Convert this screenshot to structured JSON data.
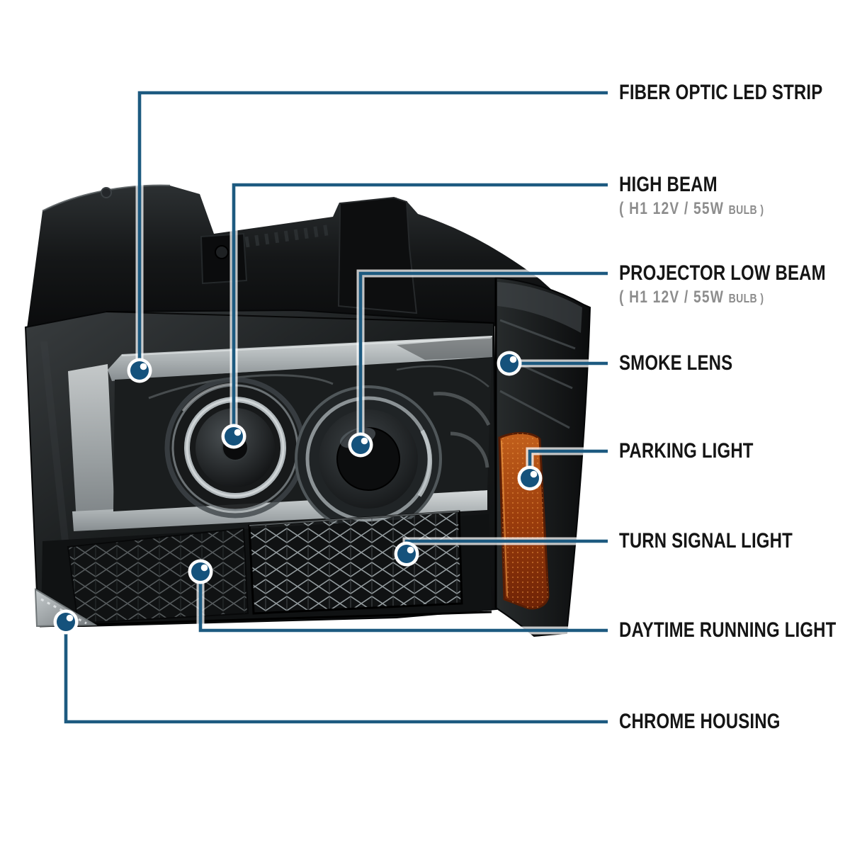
{
  "figure": {
    "background_color": "#ffffff",
    "illustration": "Smoked projector headlamp assembly, three-quarter view, with blue callout markers"
  },
  "style": {
    "callout_line_color": "#1d5a80",
    "callout_dot_color": "#15527c",
    "label_color": "#151515",
    "spec_color": "#8d8d8d",
    "amber_color": "#a04310",
    "lens_smoke_color": "#1b1e1f"
  },
  "callouts": [
    {
      "id": "fiber-optic-led-strip",
      "label": "FIBER OPTIC LED STRIP"
    },
    {
      "id": "high-beam",
      "label": "HIGH BEAM",
      "spec": "( H1 12V / 55W",
      "spec_small": "BULB )"
    },
    {
      "id": "projector-low-beam",
      "label": "PROJECTOR LOW BEAM",
      "spec": "( H1 12V / 55W",
      "spec_small": "BULB )"
    },
    {
      "id": "smoke-lens",
      "label": "SMOKE LENS"
    },
    {
      "id": "parking-light",
      "label": "PARKING LIGHT"
    },
    {
      "id": "turn-signal-light",
      "label": "TURN SIGNAL LIGHT"
    },
    {
      "id": "daytime-running-light",
      "label": "DAYTIME RUNNING LIGHT"
    },
    {
      "id": "chrome-housing",
      "label": "CHROME HOUSING"
    }
  ]
}
